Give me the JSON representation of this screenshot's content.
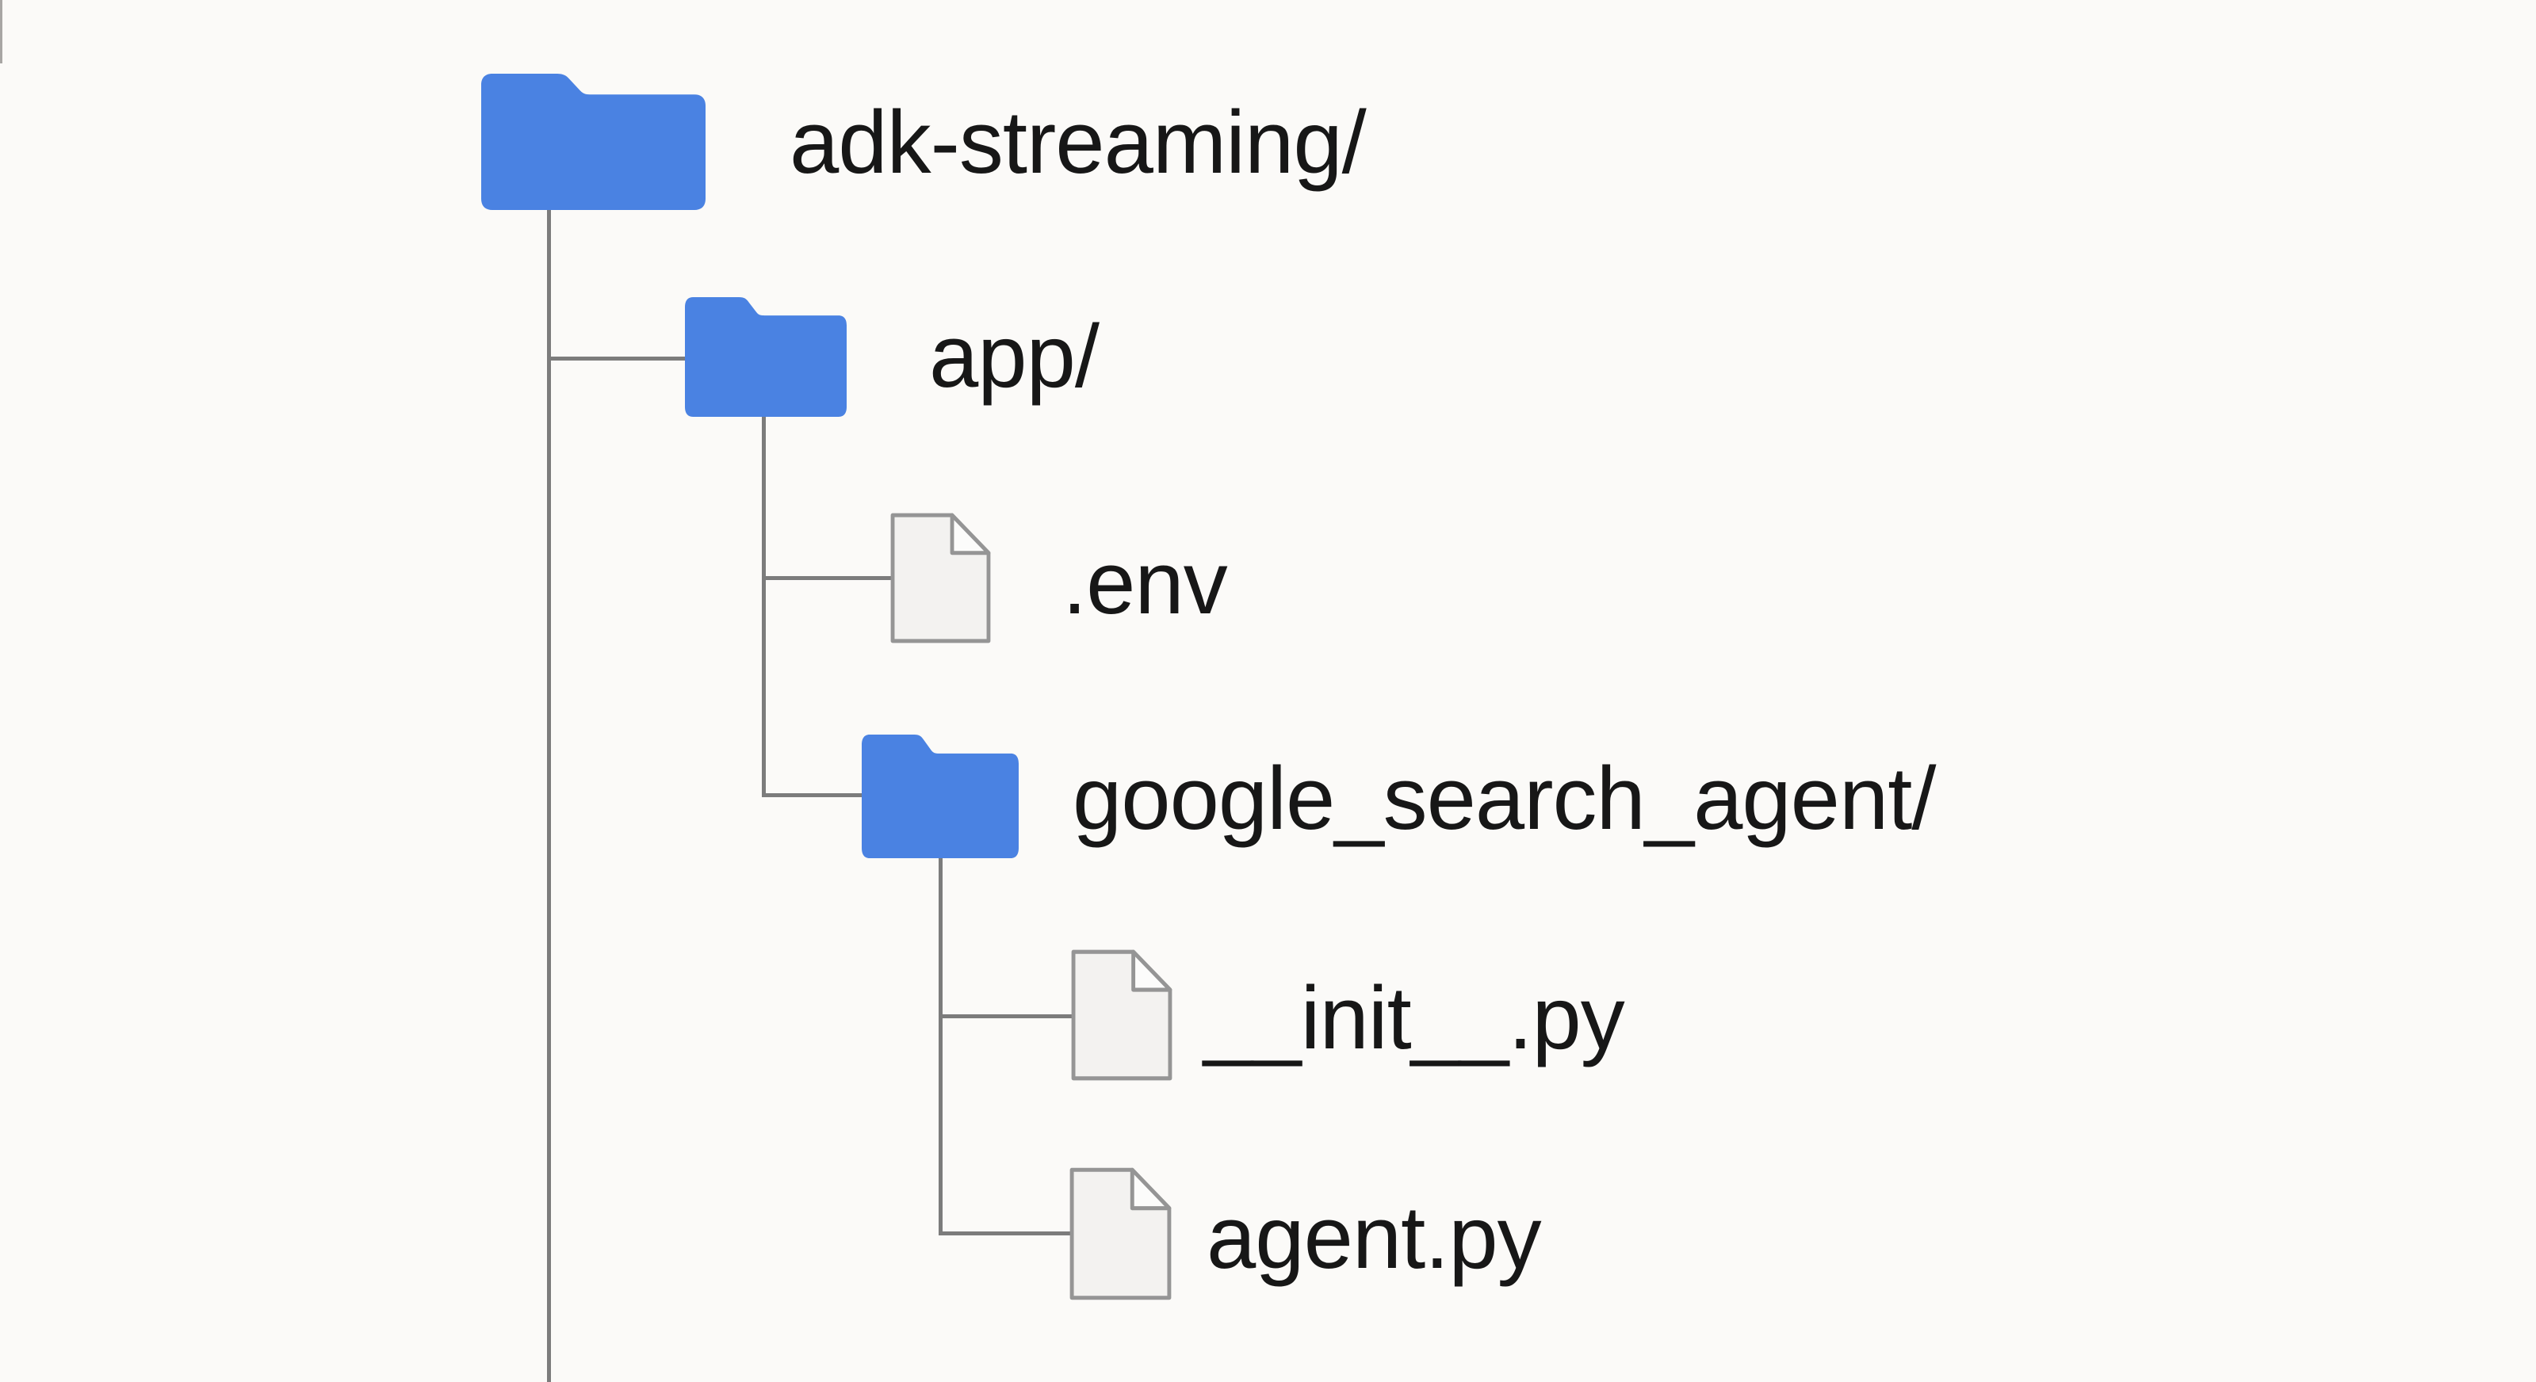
{
  "diagram": {
    "type": "file-tree",
    "tree": {
      "label": "adk-streaming/",
      "type": "folder",
      "icon": "folder-icon",
      "children": [
        {
          "label": "app/",
          "type": "folder",
          "icon": "folder-icon",
          "children": [
            {
              "label": ".env",
              "type": "file",
              "icon": "file-icon",
              "children": []
            },
            {
              "label": "google_search_agent/",
              "type": "folder",
              "icon": "folder-icon",
              "children": [
                {
                  "label": "__init__.py",
                  "type": "file",
                  "icon": "file-icon",
                  "children": []
                },
                {
                  "label": "agent.py",
                  "type": "file",
                  "icon": "file-icon",
                  "children": []
                }
              ]
            }
          ]
        }
      ]
    }
  },
  "icons": {
    "folder-icon": "blue rounded folder with top-left tab",
    "file-icon": "light gray document page with folded top-right corner"
  },
  "colors": {
    "background": "#fbfaf8",
    "folder_blue": "#4a82e2",
    "connector": "#7c7c7c",
    "icon_stroke": "#959595",
    "file_fill": "#f3f2f0",
    "file_fold": "#fcfcfb",
    "text": "#171717",
    "edge_artifact": "#a8a6a4"
  }
}
